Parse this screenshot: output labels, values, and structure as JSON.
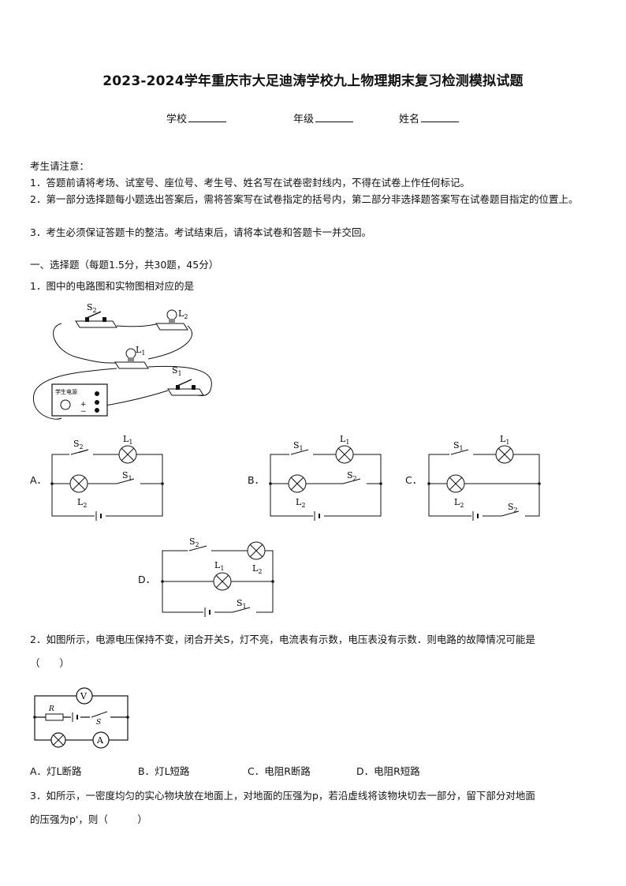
{
  "title": "2023-2024学年重庆市大足迪涛学校九上物理期末复习检测模拟试题",
  "info": {
    "school": "学校",
    "grade": "年级",
    "name": "姓名"
  },
  "notice": {
    "heading": "考生请注意：",
    "items": [
      "1．答题前请将考场、试室号、座位号、考生号、姓名写在试卷密封线内，不得在试卷上作任何标记。",
      "2．第一部分选择题每小题选出答案后，需将答案写在试卷指定的括号内，第二部分非选择题答案写在试卷题目指定的位置上。",
      "3．考生必须保证答题卡的整洁。考试结束后，请将本试卷和答题卡一并交回。"
    ]
  },
  "section1": {
    "heading": "一、选择题（每题1.5分，共30题，45分）"
  },
  "q1": {
    "stem": "1．图中的电路图和实物图相对应的是",
    "options": [
      "A．",
      "B．",
      "C．",
      "D．"
    ],
    "labels": {
      "s1": "S",
      "s2": "S",
      "l1": "L",
      "l2": "L",
      "sub1": "1",
      "sub2": "2",
      "power_box": "学生电源"
    }
  },
  "q2": {
    "stem": "2．如图所示，电源电压保持不变，闭合开关S，灯不亮，电流表有示数，电压表没有示数．则电路的故障情况可能是",
    "paren": "（　　）",
    "meter_v": "V",
    "meter_a": "A",
    "resistor": "R",
    "switch": "S",
    "options": [
      "A．灯L断路",
      "B．灯L短路",
      "C．电阻R断路",
      "D．电阻R短路"
    ]
  },
  "q3": {
    "line1": "3．如所示，一密度均匀的实心物块放在地面上，对地面的压强为p，若沿虚线将该物块切去一部分，留下部分对地面",
    "line2": "的压强为p'，则（　　　）"
  }
}
